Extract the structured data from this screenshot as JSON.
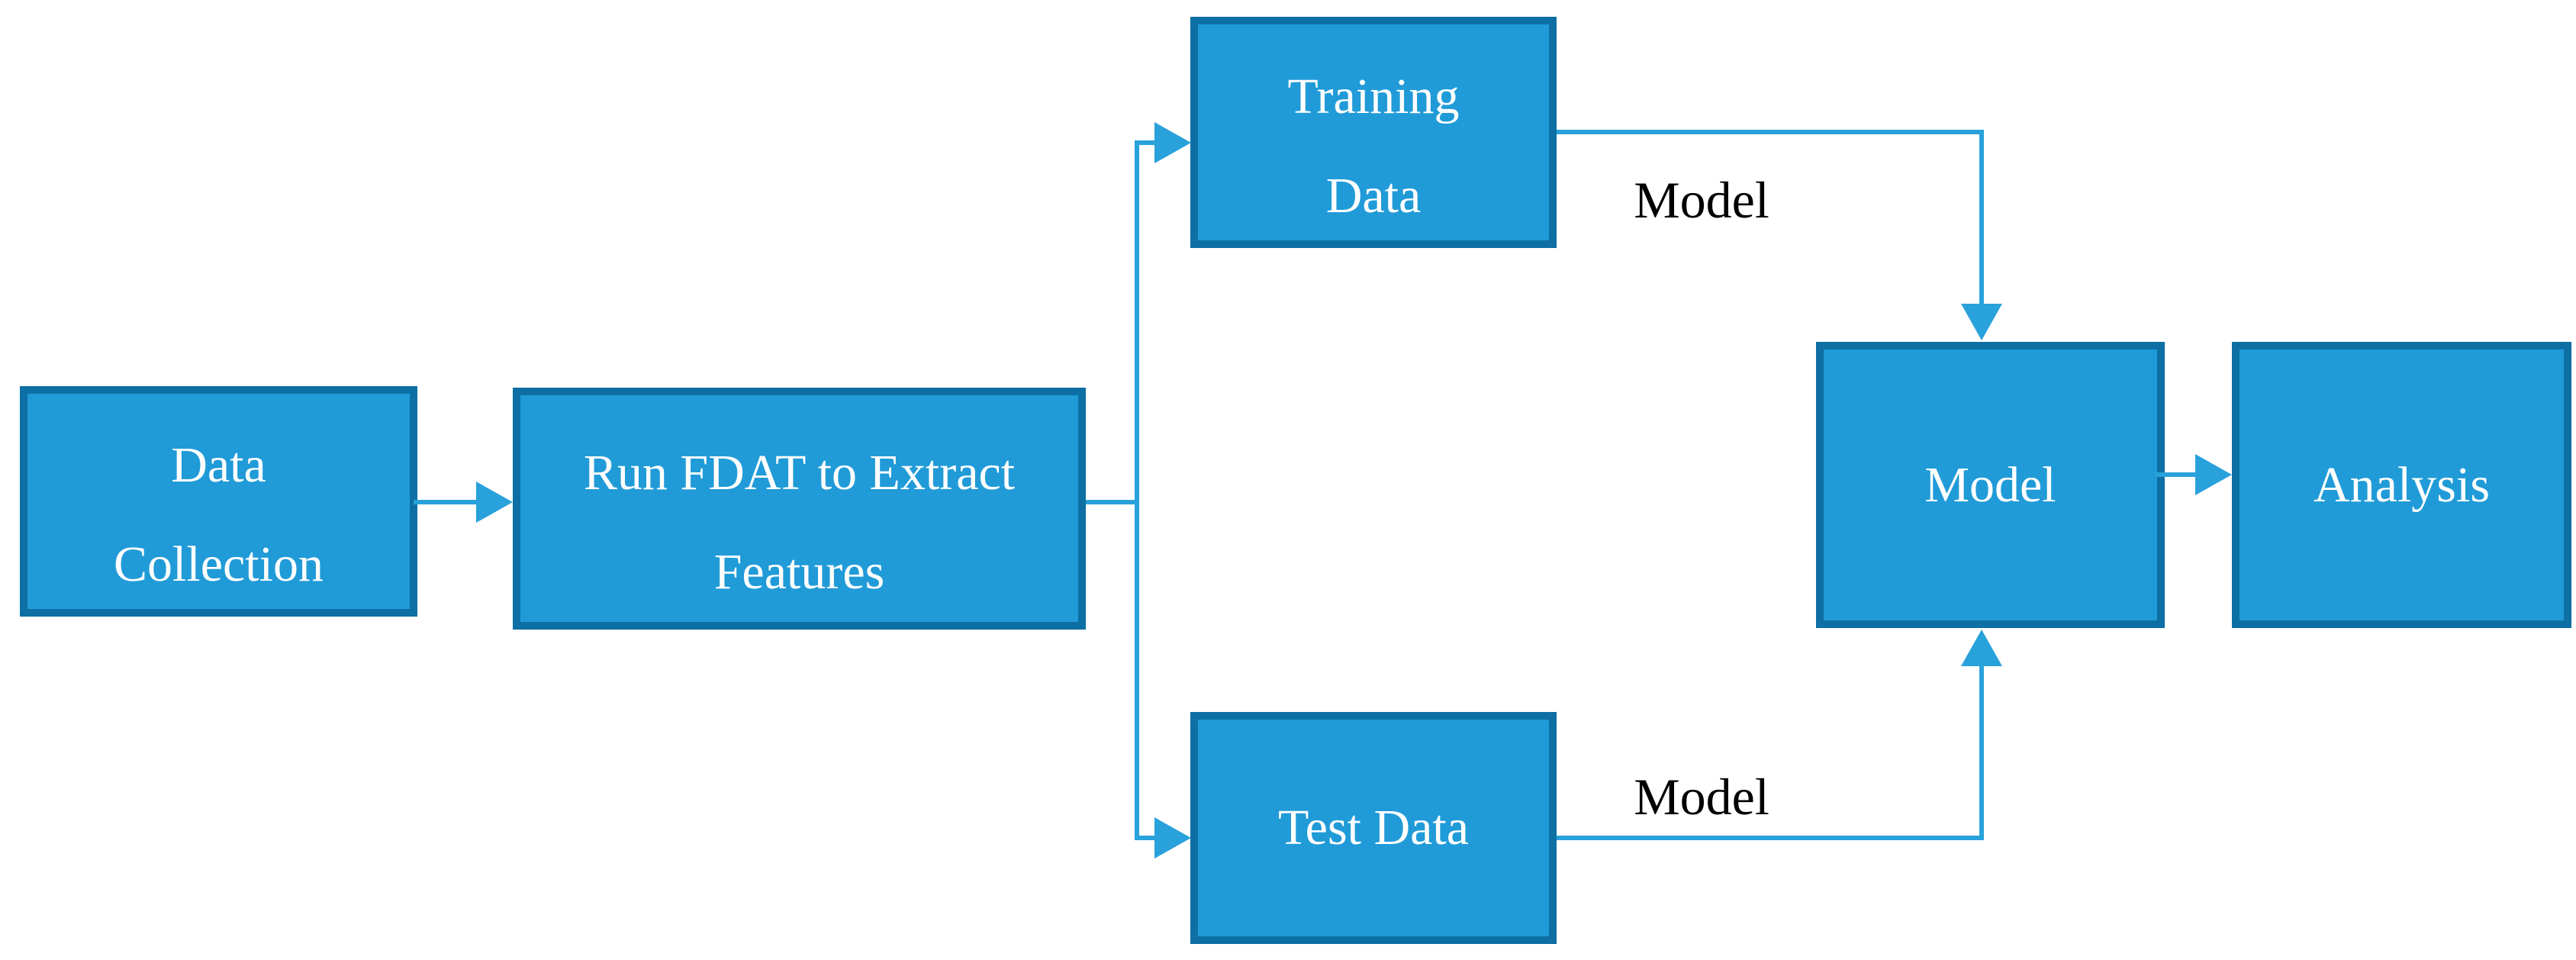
{
  "diagram": {
    "background": "#ffffff",
    "colors": {
      "bg": "#ffffff",
      "box_fill": "#209bd8",
      "box_border": "#0d6fa3",
      "connector": "#29a1db",
      "box_text": "#ffffff",
      "label_text": "#000000"
    },
    "nodes": [
      {
        "id": "data-collection",
        "lines": [
          "Data",
          "Collection"
        ]
      },
      {
        "id": "run-fdat",
        "lines": [
          "Run FDAT to Extract",
          "Features"
        ]
      },
      {
        "id": "training-data",
        "lines": [
          "Training",
          "Data"
        ]
      },
      {
        "id": "test-data",
        "lines": [
          "Test Data"
        ]
      },
      {
        "id": "model",
        "lines": [
          "Model"
        ]
      },
      {
        "id": "analysis",
        "lines": [
          "Analysis"
        ]
      }
    ],
    "edge_labels": [
      {
        "id": "edge-label-training-to-model",
        "text": "Model"
      },
      {
        "id": "edge-label-test-to-model",
        "text": "Model"
      }
    ],
    "edges": [
      {
        "from": "data-collection",
        "to": "run-fdat"
      },
      {
        "from": "run-fdat",
        "to": "training-data"
      },
      {
        "from": "run-fdat",
        "to": "test-data"
      },
      {
        "from": "training-data",
        "to": "model",
        "label": "Model"
      },
      {
        "from": "test-data",
        "to": "model",
        "label": "Model"
      },
      {
        "from": "model",
        "to": "analysis"
      }
    ]
  }
}
